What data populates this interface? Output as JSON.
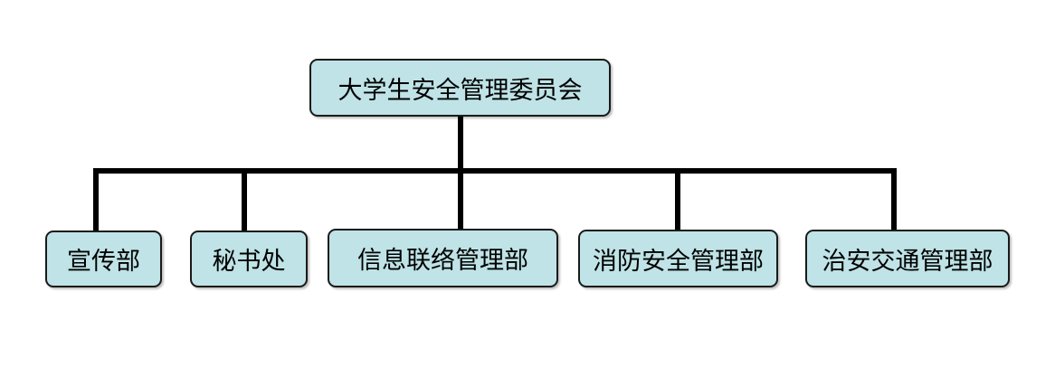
{
  "org_chart": {
    "root": {
      "label": "大学生安全管理委员会"
    },
    "children": [
      {
        "label": "宣传部"
      },
      {
        "label": "秘书处"
      },
      {
        "label": "信息联络管理部"
      },
      {
        "label": "消防安全管理部"
      },
      {
        "label": "治安交通管理部"
      }
    ],
    "colors": {
      "node_fill": "#bfe3e6",
      "node_border": "#1a1a1a",
      "connector": "#000000"
    }
  }
}
